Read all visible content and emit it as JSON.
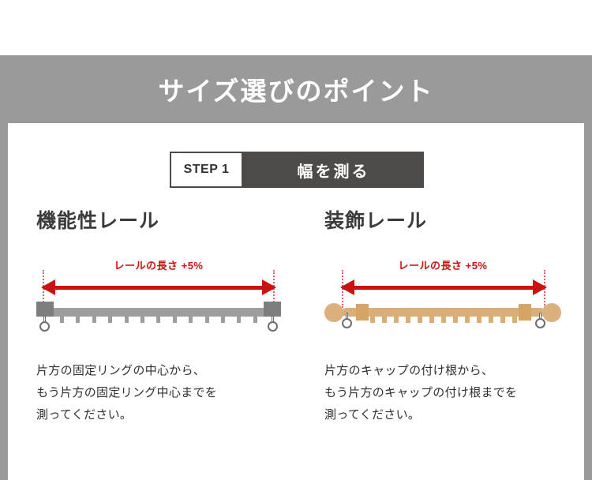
{
  "banner": {
    "title": "サイズ選びのポイント",
    "background_color": "#9a9a9a",
    "text_color": "#ffffff"
  },
  "step": {
    "number_label": "STEP 1",
    "title": "幅を測る",
    "title_background": "#4d4a47",
    "number_background": "#ffffff"
  },
  "columns": [
    {
      "heading": "機能性レール",
      "diagram": {
        "measure_label": "レールの長さ +5%",
        "label_color": "#cc1111",
        "rail_color": "#9d9d9d",
        "endcap_color": "#7e7e7e",
        "runner_count": 13,
        "left_end_icon": "fixed-ring-icon",
        "right_end_icon": "fixed-ring-icon"
      },
      "caption_lines": [
        "片方の固定リングの中心から、",
        "もう片方の固定リング中心までを",
        "測ってください。"
      ]
    },
    {
      "heading": "装飾レール",
      "diagram": {
        "measure_label": "レールの長さ +5%",
        "label_color": "#cc1111",
        "rail_color": "#d9ae77",
        "bracket_color": "#d6a464",
        "finial_color": "#dcb07c",
        "runner_count": 13,
        "left_end_icon": "ball-finial-icon",
        "right_end_icon": "ball-finial-icon"
      },
      "caption_lines": [
        "片方のキャップの付け根から、",
        "もう片方のキャップの付け根までを",
        "測ってください。"
      ]
    }
  ]
}
